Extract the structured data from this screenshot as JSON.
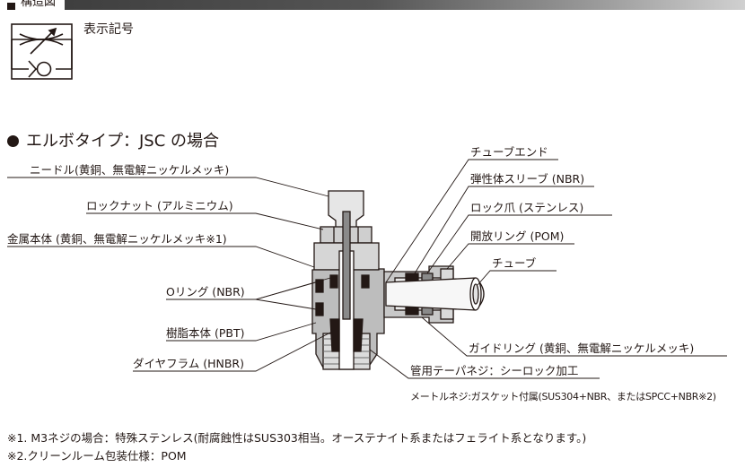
{
  "header": {
    "title": "構造図"
  },
  "symbol": {
    "title": "表示記号"
  },
  "section": {
    "title": "エルボタイプ：JSC の場合"
  },
  "labels_left": {
    "needle": "ニードル(黄銅、無電解ニッケルメッキ)",
    "lock_nut": "ロックナット (アルミニウム)",
    "metal_body": "金属本体 (黄銅、無電解ニッケルメッキ※1)",
    "o_ring": "Oリング (NBR)",
    "resin_body": "樹脂本体 (PBT)",
    "diaphragm": "ダイヤフラム (HNBR)"
  },
  "labels_right": {
    "tube_end": "チューブエンド",
    "elastic_sleeve": "弾性体スリーブ (NBR)",
    "lock_claw": "ロック爪 (ステンレス)",
    "release_ring": "開放リング (POM)",
    "tube": "チューブ",
    "guide_ring": "ガイドリング (黄銅、無電解ニッケルメッキ)"
  },
  "labels_bottom": {
    "pipe_thread": "管用テーパネジ：シーロック加工",
    "metric_thread": "メートルネジ:ガスケット付属(SUS304+NBR、またはSPCC+NBR※2)"
  },
  "notes": [
    "※1. M3ネジの場合：特殊ステンレス(耐腐蝕性はSUS303相当。オーステナイト系またはフェライト系となります。)",
    "※2.クリーンルーム包装仕様：POM"
  ]
}
